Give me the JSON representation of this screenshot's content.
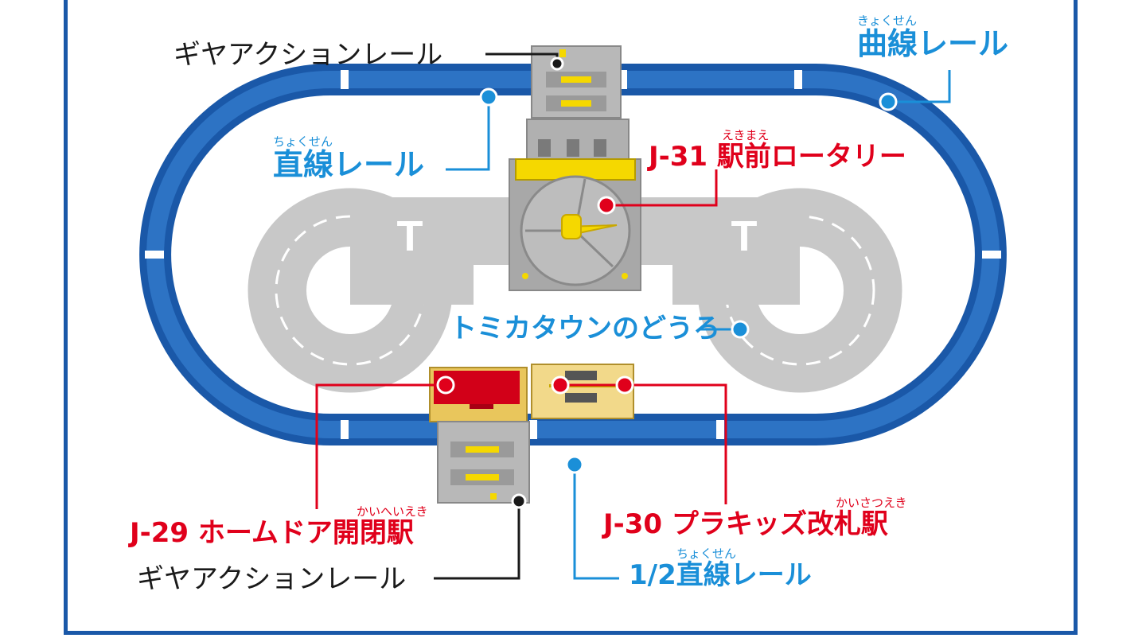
{
  "colors": {
    "track_blue": "#1a58a8",
    "road_gray": "#c8c8c8",
    "label_blue": "#1a8fd8",
    "label_red": "#e0001b",
    "label_black": "#1a1a1a",
    "yellow": "#f5d800"
  },
  "labels": {
    "gear_top": {
      "text": "ギヤアクションレール"
    },
    "curve": {
      "ruby": "きょくせん",
      "text": "曲線レール"
    },
    "straight": {
      "ruby": "ちょくせん",
      "text": "直線レール"
    },
    "j31": {
      "ruby": "えきまえ",
      "text": "J-31 駅前ロータリー"
    },
    "road": {
      "text": "トミカタウンのどうろ"
    },
    "j29": {
      "ruby": "かいへいえき",
      "text": "J-29 ホームドア開閉駅"
    },
    "j30": {
      "ruby": "かいさつえき",
      "text": "J-30 プラキッズ改札駅"
    },
    "gear_bottom": {
      "text": "ギヤアクションレール"
    },
    "half": {
      "ruby": "ちょくせん",
      "text": "1/2直線レール"
    }
  }
}
